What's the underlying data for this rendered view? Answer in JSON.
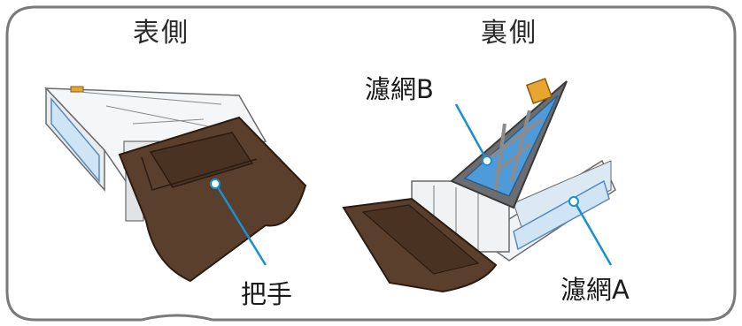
{
  "headings": {
    "front": "表側",
    "back": "裏側"
  },
  "callouts": {
    "filter_b": "濾網B",
    "handle": "把手",
    "filter_a": "濾網A"
  },
  "colors": {
    "frame": "#7a7a7a",
    "handle_brown": "#5a3f2c",
    "handle_dark": "#3b2619",
    "filter_blue": "#4f9ad9",
    "filter_light": "#cfe4f5",
    "leader_line": "#1b8fd0"
  }
}
